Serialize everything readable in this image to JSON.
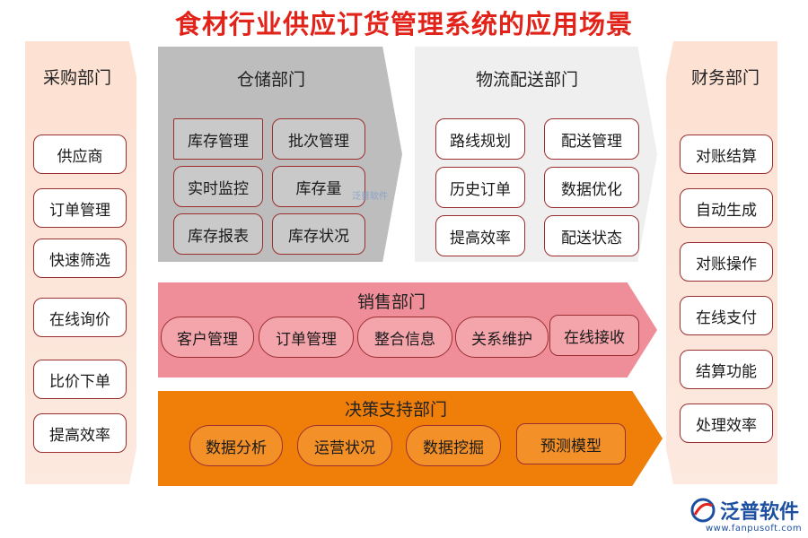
{
  "title": "食材行业供应订货管理系统的应用场景",
  "purchasing": {
    "title": "采购部门",
    "items": [
      "供应商",
      "订单管理",
      "快速筛选",
      "在线询价",
      "比价下单",
      "提高效率"
    ]
  },
  "warehouse": {
    "title": "仓储部门",
    "items": [
      "库存管理",
      "批次管理",
      "实时监控",
      "库存量",
      "库存报表",
      "库存状况"
    ]
  },
  "logistics": {
    "title": "物流配送部门",
    "items": [
      "路线规划",
      "配送管理",
      "历史订单",
      "数据优化",
      "提高效率",
      "配送状态"
    ]
  },
  "finance": {
    "title": "财务部门",
    "items": [
      "对账结算",
      "自动生成",
      "对账操作",
      "在线支付",
      "结算功能",
      "处理效率"
    ]
  },
  "sales": {
    "title": "销售部门",
    "items": [
      "客户管理",
      "订单管理",
      "整合信息",
      "关系维护",
      "在线接收"
    ]
  },
  "decision": {
    "title": "决策支持部门",
    "items": [
      "数据分析",
      "运营状况",
      "数据挖掘",
      "预测模型"
    ]
  },
  "watermark": "泛普软件",
  "brand": {
    "name": "泛普软件",
    "url": "www.fanpusoft.com"
  }
}
